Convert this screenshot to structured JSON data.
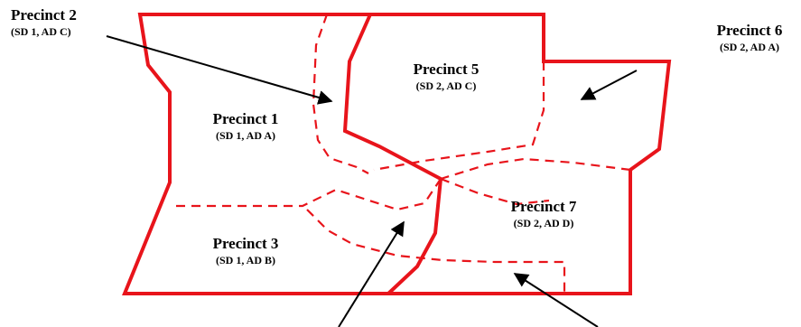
{
  "colors": {
    "boundary": "#e8141b",
    "arrow": "#000000",
    "text": "#000000",
    "background": "#ffffff"
  },
  "precincts": {
    "p1": {
      "name": "Precinct 1",
      "districts": "(SD 1, AD A)"
    },
    "p2": {
      "name": "Precinct 2",
      "districts": "(SD 1, AD C)"
    },
    "p3": {
      "name": "Precinct 3",
      "districts": "(SD 1, AD B)"
    },
    "p5": {
      "name": "Precinct 5",
      "districts": "(SD 2, AD C)"
    },
    "p6": {
      "name": "Precinct  6",
      "districts": "(SD 2, AD A)"
    },
    "p7": {
      "name": "Precinct 7",
      "districts": "(SD 2, AD D)"
    }
  }
}
